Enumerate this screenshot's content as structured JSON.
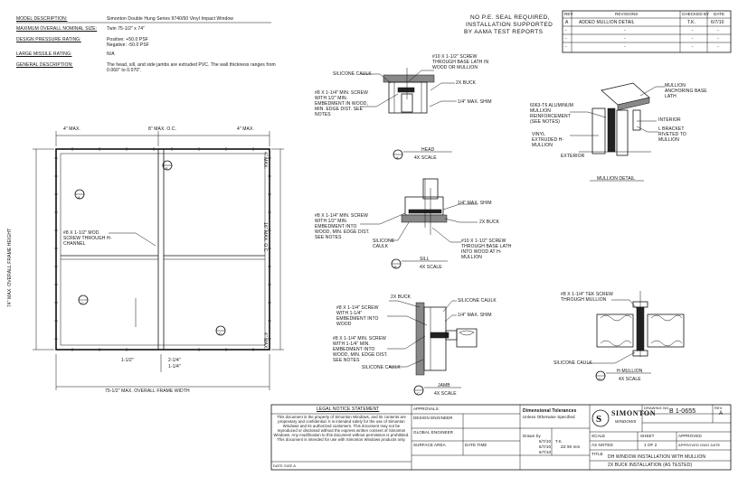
{
  "header": {
    "rows": [
      {
        "label": "MODEL DESCRIPTION:",
        "value": "Simonton Double Hung Series 9740/50 Vinyl Impact Window"
      },
      {
        "label": "MAXIMUM OVERALL NOMINAL SIZE:",
        "value": "Twin 75-1/2\" x 74\""
      },
      {
        "label": "DESIGN PRESSURE RATING:",
        "value": "Positive: +50.0 PSF  Negative: -50.0 PSF"
      },
      {
        "label": "LARGE MISSILE RATING:",
        "value": "N/A"
      },
      {
        "label": "GENERAL DESCRIPTION:",
        "value": "The head, sill, and side jambs are extruded PVC. The wall thickness ranges from 0.060\" to 0.070\"."
      }
    ],
    "seal_note": [
      "NO P.E. SEAL REQUIRED,",
      "INSTALLATION SUPPORTED",
      "BY AAMA TEST REPORTS"
    ]
  },
  "revision_block": {
    "headers": [
      "REV",
      "REVISIONS",
      "CHECKED BY",
      "DATE"
    ],
    "rows": [
      {
        "rev": "A",
        "desc": "ADDED MULLION DETAIL",
        "by": "T.K.",
        "date": "6/7/10"
      },
      {
        "rev": "-",
        "desc": "-",
        "by": "-",
        "date": "-"
      },
      {
        "rev": "-",
        "desc": "-",
        "by": "-",
        "date": "-"
      },
      {
        "rev": "-",
        "desc": "-",
        "by": "-",
        "date": "-"
      }
    ]
  },
  "elevation": {
    "dims": {
      "top_left": "4\" MAX.",
      "top_center": "8\" MAX. O.C.",
      "top_right": "4\" MAX.",
      "left_side": "74\" MAX. OVERALL FRAME HEIGHT",
      "right_top": "4\" MAX.",
      "right_mid": "16\" MAX. O.C.",
      "right_bot": "4\" MAX.",
      "bottom_a": "2-1/4\"",
      "bottom_b": "1-1/4\"",
      "bottom_c": "1-1/2\"",
      "overall_width": "75-1/2\" MAX. OVERALL FRAME WIDTH"
    },
    "callout_left": "#8 X 1-1/2\" MOD. SCREW THROUGH H-CHANNEL",
    "markers": [
      "A",
      "B",
      "C",
      "D"
    ]
  },
  "head_detail": {
    "notes": {
      "screw": "#10 X 1-1/2\" SCREW THROUGH BASE LATH IN WOOD OR MULLION",
      "caulk": "SILICONE CAULK",
      "buck": "2X BUCK",
      "anchor": "#8 X 1-1/4\" MIN. SCREW WITH 1/2\" MIN. EMBEDMENT IN WOOD, MIN. EDGE DIST. SEE NOTES",
      "shim": "1/4\" MAX. SHIM"
    },
    "title": "HEAD",
    "scale": "4X SCALE",
    "marker": "A"
  },
  "sill_detail": {
    "notes": {
      "shim": "1/4\" MAX. SHIM",
      "buck": "2X BUCK",
      "anchor": "#8 X 1-1/4\" MIN. SCREW WITH 1/2\" MIN. EMBEDMENT INTO WOOD, MIN. EDGE DIST. SEE NOTES",
      "caulk": "SILICONE CAULK",
      "screw2": "#10 X 1-1/2\" SCREW THROUGH BASE LATH INTO WOOD AT H-MULLION"
    },
    "title": "SILL",
    "scale": "4X SCALE",
    "marker": "B"
  },
  "jamb_detail": {
    "notes": {
      "buck": "2X BUCK",
      "screw_top": "#8 X 1-1/4\" SCREW WITH 1-1/4\" EMBEDMENT INTO WOOD",
      "caulk_top": "SILICONE CAULK",
      "shim": "1/4\" MAX. SHIM",
      "anchor": "#8 X 1-1/4\" MIN. SCREW WITH 1-1/4\" MIN. EMBEDMENT INTO WOOD, MIN. EDGE DIST. SEE NOTES",
      "caulk_bot": "SILICONE CAULK"
    },
    "title": "JAMB",
    "scale": "4X SCALE",
    "marker": "C"
  },
  "mullion_sect": {
    "notes": {
      "screw": "#8 X 1-1/4\" TEK SCREW THROUGH MULLION",
      "caulk": "SILICONE CAULK"
    },
    "title": "H-MULLION",
    "scale": "4X SCALE",
    "marker": "D"
  },
  "mullion_detail": {
    "notes": {
      "anchor": "MULLION ANCHORING BASE LATH",
      "reinforce": "6063-T6 ALUMINUM MULLION REINFORCEMENT (SEE NOTES)",
      "interior": "INTERIOR",
      "lbracket": "L BRACKET RIVETED TO MULLION",
      "vinyl": "VINYL EXTRUDED H-MULLION",
      "ext": "EXTERIOR"
    },
    "title": "MULLION DETAIL"
  },
  "title_block": {
    "legal_heading": "LEGAL NOTICE STATEMENT",
    "legal_text": "This document is the property of Simonton Windows, and its contents are proprietary and confidential. It is intended solely for the use of Simonton Windows and its authorized customers. This document may not be reproduced or disclosed without the express written consent of Simonton Windows. Any modification to this document without permission is prohibited. This document is intended for use with Simonton Windows products only.",
    "approvals_heading": "APPROVALS",
    "fields": [
      {
        "label": "DESIGN ENGINEER",
        "value": ""
      },
      {
        "label": "GLOBAL ENGINEER",
        "value": ""
      },
      {
        "label": "SURFACE AREA",
        "value": ""
      },
      {
        "label": "DATE TIME",
        "value": ""
      }
    ],
    "dimensional_heading": "Dimensional Tolerances",
    "dimensional_sub": "Unless Otherwise Specified",
    "drawn_label": "Drawn by",
    "drawn_value": "T.K.",
    "dates": [
      "6/7/10",
      "6/7/10",
      "6/7/10"
    ],
    "sheet_value": "ZZ 90 mm",
    "company": "SIMONTON",
    "company_sub": "WINDOWS",
    "drawing_no_label": "DRAWING NO.",
    "drawing_no": "B  1-0655",
    "rev_label": "REV.",
    "rev_value": "A",
    "scale_label": "SCALE",
    "scale_value": "AS NOTED",
    "sheet_label": "SHEET",
    "sheet_no": "1 OF 2",
    "approved_label": "APPROVED",
    "approved_value": "APPROVED DWG DATE",
    "title_label": "TITLE",
    "title_line1": "DH WINDOW INSTALLATION WITH MULLION",
    "title_line2": "2X BUCK INSTALLATION (AS TESTED)",
    "footer_left": "DATE SIZE A"
  }
}
